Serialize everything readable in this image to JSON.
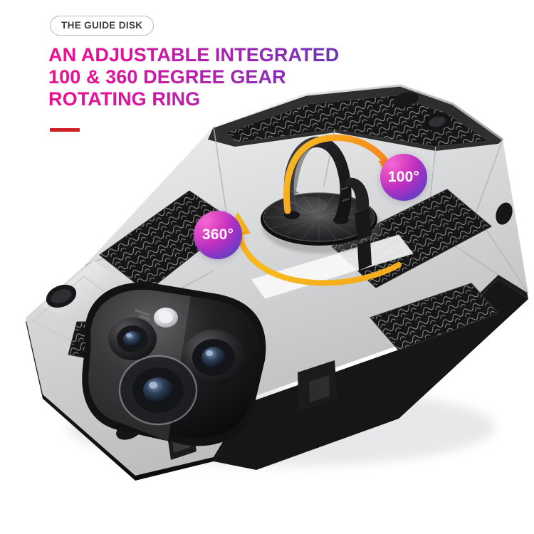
{
  "header": {
    "badge_label": "THE GUIDE DISK",
    "headline_line1": "AN ADJUSTABLE INTEGRATED",
    "headline_line2": "100 & 360 DEGREE GEAR",
    "headline_line3": "ROTATING RING",
    "accent_rule_color": "#cf2026",
    "headline_gradient_from": "#ec0f8c",
    "headline_gradient_to": "#2d4fa6",
    "badge_text_color": "#3b3b3b",
    "badge_border_color": "#b9b9b9"
  },
  "callouts": [
    {
      "id": "tilt-angle",
      "label": "100°",
      "gradient_from": "#f05ad0",
      "gradient_to": "#3b4fb4",
      "text_color": "#ffffff"
    },
    {
      "id": "rotation-angle",
      "label": "360°",
      "gradient_from": "#f05ad0",
      "gradient_to": "#3b4fb4",
      "text_color": "#ffffff"
    }
  ],
  "arrows": [
    {
      "id": "tilt-arrow",
      "color": "#f79a1e",
      "points_to": "100°"
    },
    {
      "id": "rotation-arrow",
      "color": "#f5b21c",
      "points_to": "360°"
    }
  ],
  "product": {
    "name": "armor-phone-case-with-ring-holder",
    "body_color": "#d9dadb",
    "texture_color": "#1c1c1c",
    "ring_color": "#1a1a1a",
    "disk_color": "#2b2b2b",
    "camera_glass_color": "#121212",
    "background_color": "#ffffff"
  }
}
